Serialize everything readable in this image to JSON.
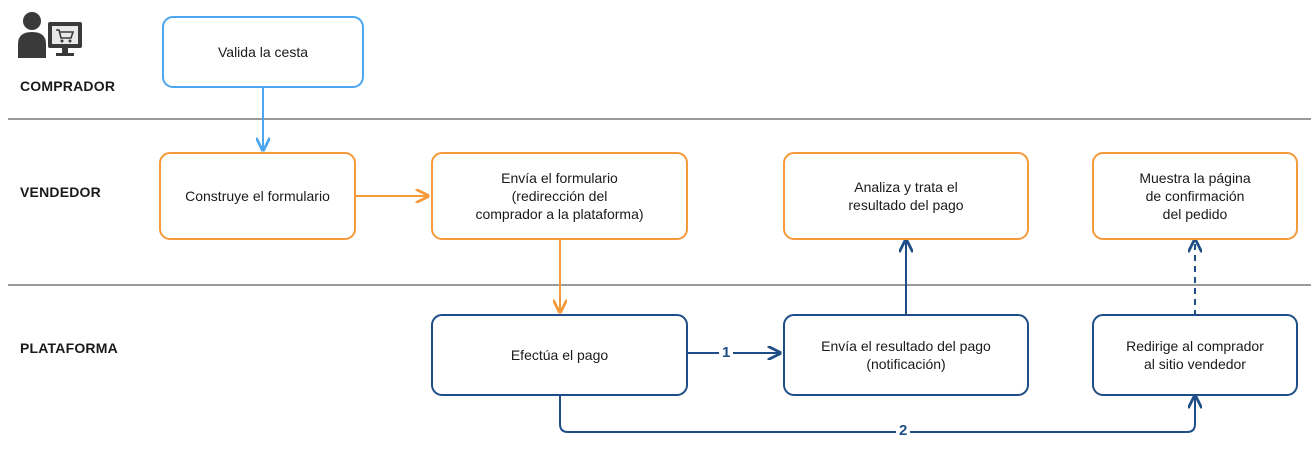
{
  "lanes": {
    "buyer": "COMPRADOR",
    "seller": "VENDEDOR",
    "platform": "PLATAFORMA"
  },
  "boxes": {
    "validate_cart": "Valida la cesta",
    "build_form": "Construye el formulario",
    "send_form": "Envía el formulario\n(redirección del\ncomprador a la plataforma)",
    "analyze_result": "Analiza y trata el\nresultado del pago",
    "confirmation_page": "Muestra la página\nde confirmación\ndel pedido",
    "make_payment": "Efectúa el pago",
    "send_result": "Envía el resultado del pago\n(notificación)",
    "redirect_buyer": "Redirige al comprador\nal sitio vendedor"
  },
  "steps": {
    "one": "1",
    "two": "2"
  },
  "colors": {
    "buyer": "#4da6f0",
    "seller": "#f59a3a",
    "platform": "#1f4e86",
    "divider": "#9a9a9a"
  },
  "icons": {
    "buyer": "user-computer-cart-icon"
  }
}
